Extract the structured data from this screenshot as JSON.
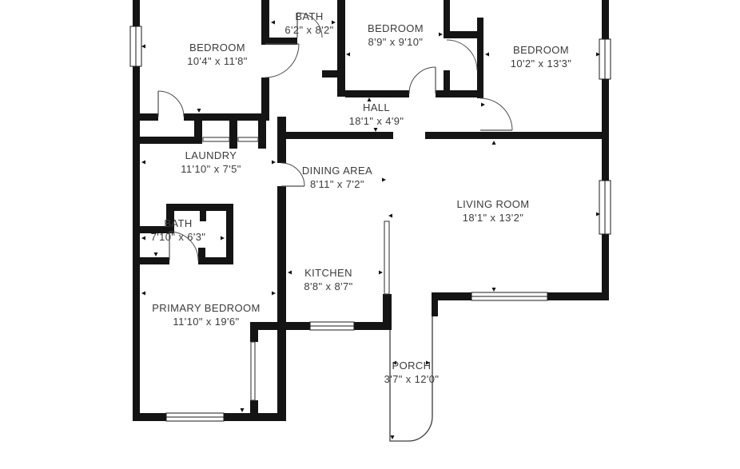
{
  "floor_plan": {
    "title": "Single-story house floor plan",
    "rooms": [
      {
        "name": "BEDROOM",
        "dimensions": "10'4\" x 11'8\""
      },
      {
        "name": "BATH",
        "dimensions": "6'2\" x 8'2\""
      },
      {
        "name": "BEDROOM",
        "dimensions": "8'9\" x 9'10\""
      },
      {
        "name": "BEDROOM",
        "dimensions": "10'2\" x 13'3\""
      },
      {
        "name": "HALL",
        "dimensions": "18'1\" x 4'9\""
      },
      {
        "name": "LAUNDRY",
        "dimensions": "11'10\" x 7'5\""
      },
      {
        "name": "DINING AREA",
        "dimensions": "8'11\" x 7'2\""
      },
      {
        "name": "LIVING ROOM",
        "dimensions": "18'1\" x 13'2\""
      },
      {
        "name": "BATH",
        "dimensions": "7'10\" x 6'3\""
      },
      {
        "name": "KITCHEN",
        "dimensions": "8'8\" x 8'7\""
      },
      {
        "name": "PRIMARY BEDROOM",
        "dimensions": "11'10\" x 19'6\""
      },
      {
        "name": "PORCH",
        "dimensions": "3'7\" x 12'0\""
      }
    ],
    "colors": {
      "wall": "#141414",
      "background": "#ffffff",
      "label": "#3b3b3b"
    }
  }
}
